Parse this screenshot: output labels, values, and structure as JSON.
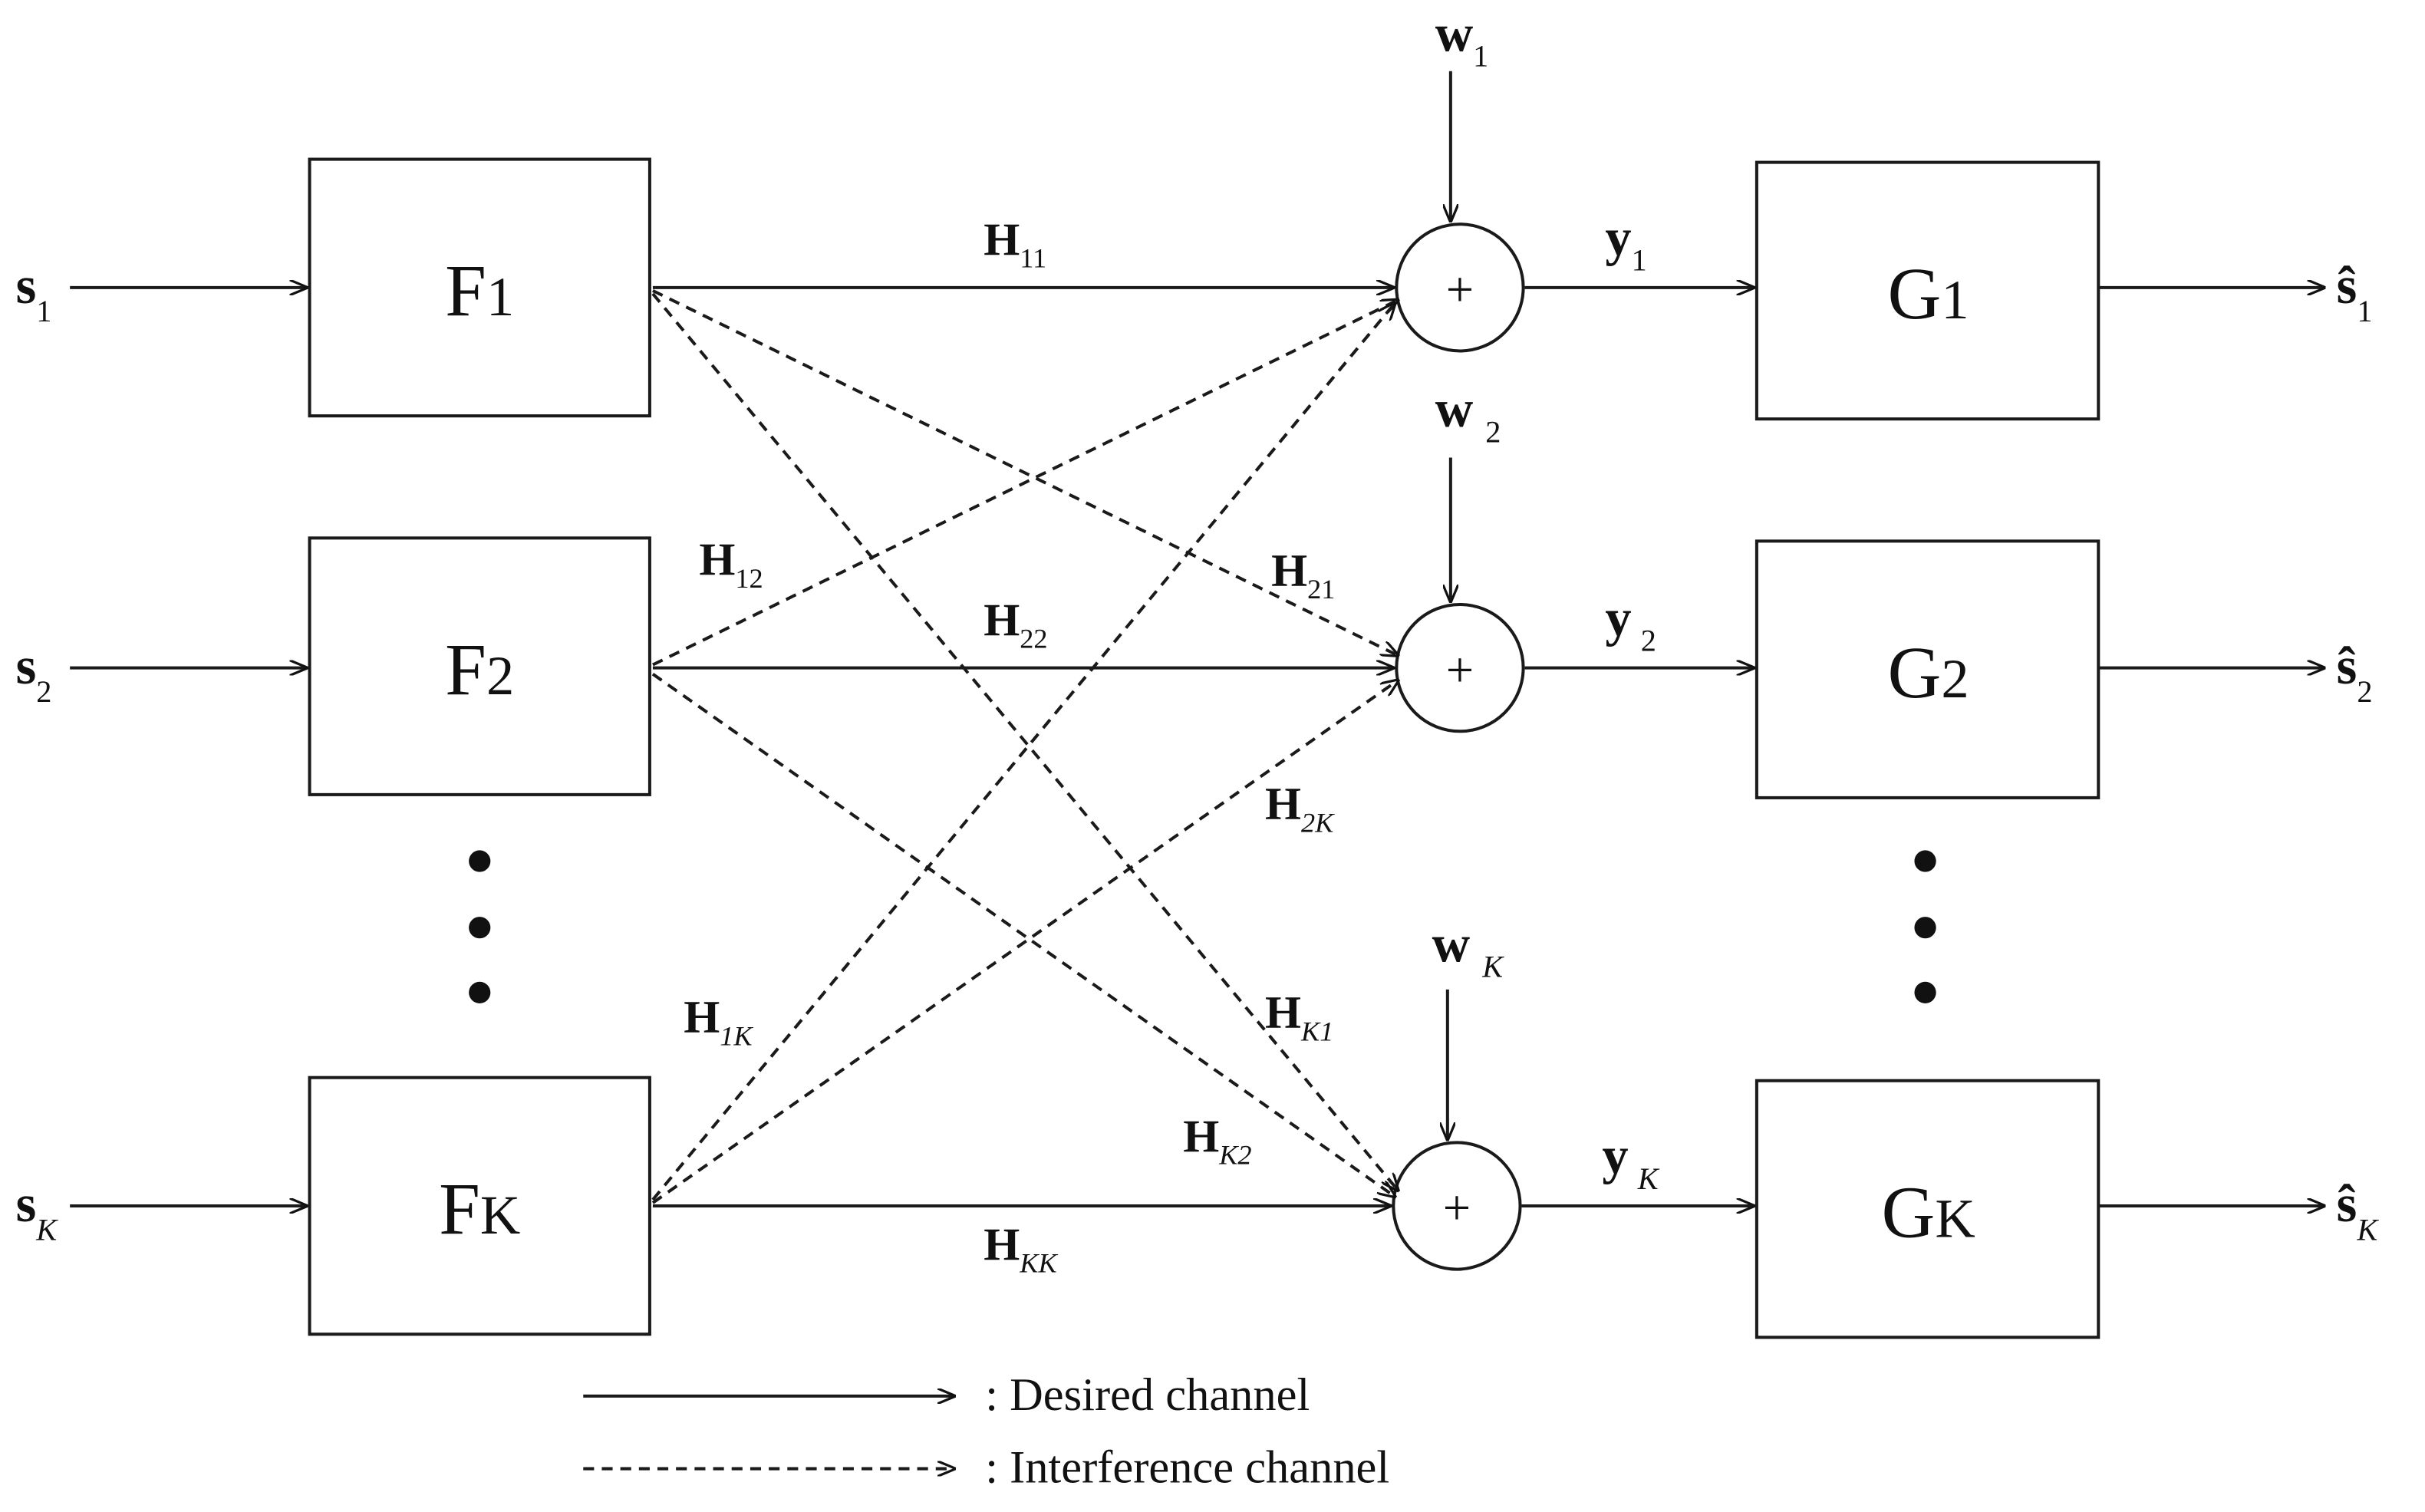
{
  "inputs": [
    {
      "sym": "s",
      "sub": "1"
    },
    {
      "sym": "s",
      "sub": "2"
    },
    {
      "sym": "s",
      "sub": "K"
    }
  ],
  "precoders": [
    {
      "sym": "F",
      "sub": "1"
    },
    {
      "sym": "F",
      "sub": "2"
    },
    {
      "sym": "F",
      "sub": "K"
    }
  ],
  "decoders": [
    {
      "sym": "G",
      "sub": "1"
    },
    {
      "sym": "G",
      "sub": "2"
    },
    {
      "sym": "G",
      "sub": "K"
    }
  ],
  "noise": [
    {
      "sym": "w",
      "sub": "1"
    },
    {
      "sym": "w",
      "sub": "2"
    },
    {
      "sym": "w",
      "sub": "K"
    }
  ],
  "received": [
    {
      "sym": "y",
      "sub": "1"
    },
    {
      "sym": "y",
      "sub": "2"
    },
    {
      "sym": "y",
      "sub": "K"
    }
  ],
  "outputs": [
    {
      "sym": "ŝ",
      "sub": "1"
    },
    {
      "sym": "ŝ",
      "sub": "2"
    },
    {
      "sym": "ŝ",
      "sub": "K"
    }
  ],
  "adder_symbol": "+",
  "ellipsis": "⋮",
  "channels": {
    "h11": {
      "sym": "H",
      "sub": "11"
    },
    "h22": {
      "sym": "H",
      "sub": "22"
    },
    "hkk": {
      "sym": "H",
      "sub": "KK"
    },
    "h12": {
      "sym": "H",
      "sub": "12"
    },
    "h21": {
      "sym": "H",
      "sub": "21"
    },
    "h2k": {
      "sym": "H",
      "sub": "2K"
    },
    "h1k": {
      "sym": "H",
      "sub": "1K"
    },
    "hk1": {
      "sym": "H",
      "sub": "K1"
    },
    "hk2": {
      "sym": "H",
      "sub": "K2"
    }
  },
  "legend": {
    "desired": ":  Desired channel",
    "interference": ":  Interference channel"
  }
}
